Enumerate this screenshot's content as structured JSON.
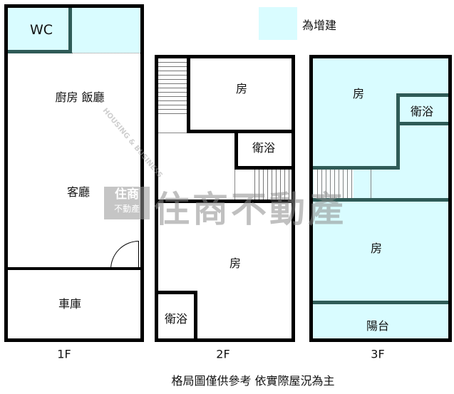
{
  "legend": {
    "label": "為增建",
    "color": "#d9fcff"
  },
  "floor1": {
    "title": "1F",
    "rooms": {
      "wc": "WC",
      "kitchen_dining": "廚房 飯廳",
      "living": "客廳",
      "garage": "車庫"
    }
  },
  "floor2": {
    "title": "2F",
    "rooms": {
      "bedroom_top": "房",
      "bath_top": "衛浴",
      "bedroom_bottom": "房",
      "bath_bottom": "衛浴"
    }
  },
  "floor3": {
    "title": "3F",
    "rooms": {
      "bedroom_top": "房",
      "bath": "衛浴",
      "bedroom_bottom": "房",
      "balcony": "陽台"
    }
  },
  "footer": "格局圖僅供參考 依實際屋況為主",
  "watermark": {
    "main": "住商不動產",
    "logo_top": "住商",
    "logo_bottom": "不動產",
    "english": "HOUSING & BUSINESS"
  },
  "colors": {
    "wall": "#000000",
    "addition_wall": "#2f5b57",
    "addition_fill": "#d9fcff"
  }
}
